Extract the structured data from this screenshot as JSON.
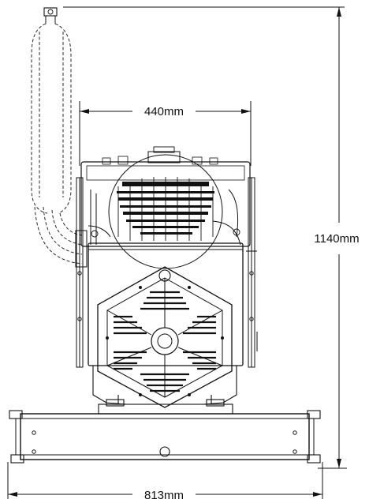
{
  "drawing": {
    "dimensions": {
      "top_width": "440mm",
      "height": "1140mm",
      "base_width": "813mm"
    }
  }
}
